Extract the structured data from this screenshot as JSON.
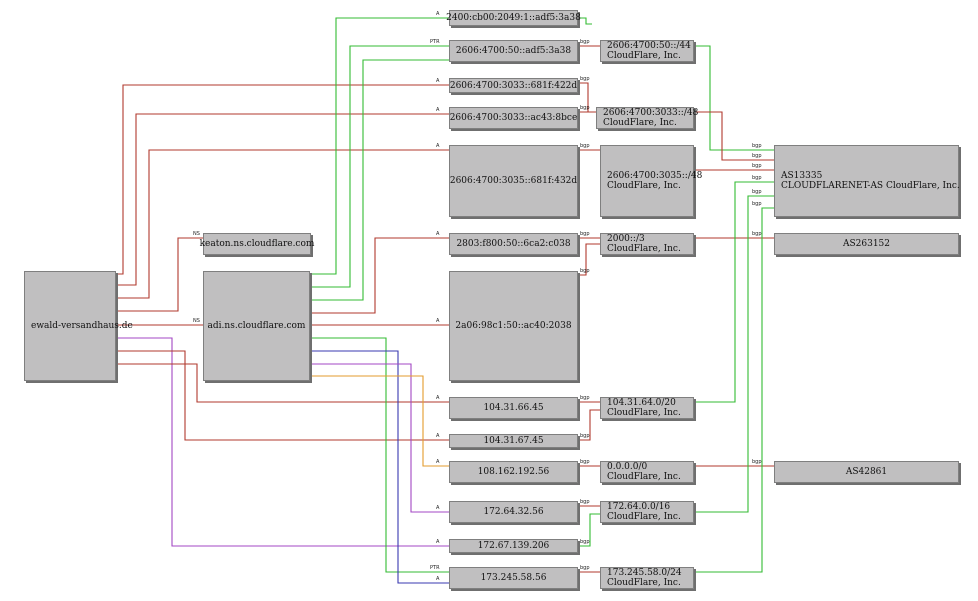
{
  "colors": {
    "A": "#b03a2e",
    "AAAA": "#b03a2e",
    "NS": "#b03a2e",
    "PTR": "#2ca02c",
    "bgp": "#2ca02c",
    "green": "#33bb33",
    "purple": "#a347c4",
    "orange": "#e39b2c",
    "blue": "#3a3ab0",
    "node_fill": "#c0bfc0"
  },
  "nodes": {
    "ewald": "ewald-versandhaus.de",
    "keaton": "keaton.ns.cloudflare.com",
    "adi": "adi.ns.cloudflare.com",
    "ip6_1": "2400:cb00:2049:1::adf5:3a38",
    "ip6_2": "2606:4700:50::adf5:3a38",
    "ip6_3": "2606:4700:3033::681f:422d",
    "ip6_4": "2606:4700:3033::ac43:8bce",
    "ip6_5": "2606:4700:3035::681f:432d",
    "ip6_6": "2803:f800:50::6ca2:c038",
    "ip6_7": "2a06:98c1:50::ac40:2038",
    "ip4_1": "104.31.66.45",
    "ip4_2": "104.31.67.45",
    "ip4_3": "108.162.192.56",
    "ip4_4": "172.64.32.56",
    "ip4_5": "172.67.139.206",
    "ip4_6": "173.245.58.56",
    "pfx_1": "2606:4700:50::/44\nCloudFlare, Inc.",
    "pfx_2": "2606:4700:3033::/48\nCloudFlare, Inc.",
    "pfx_3": "2606:4700:3035::/48\nCloudFlare, Inc.",
    "pfx_4": "2000::/3\nCloudFlare, Inc.",
    "pfx_5": "104.31.64.0/20\nCloudFlare, Inc.",
    "pfx_6": "0.0.0.0/0\nCloudFlare, Inc.",
    "pfx_7": "172.64.0.0/16\nCloudFlare, Inc.",
    "pfx_8": "173.245.58.0/24\nCloudFlare, Inc.",
    "as_1": "AS13335\nCLOUDFLARENET-AS CloudFlare, Inc.",
    "as_2": "AS263152",
    "as_3": "AS42861"
  },
  "edge_labels": {
    "a": "A",
    "ns": "NS",
    "ptr": "PTR",
    "bgp": "bgp"
  }
}
